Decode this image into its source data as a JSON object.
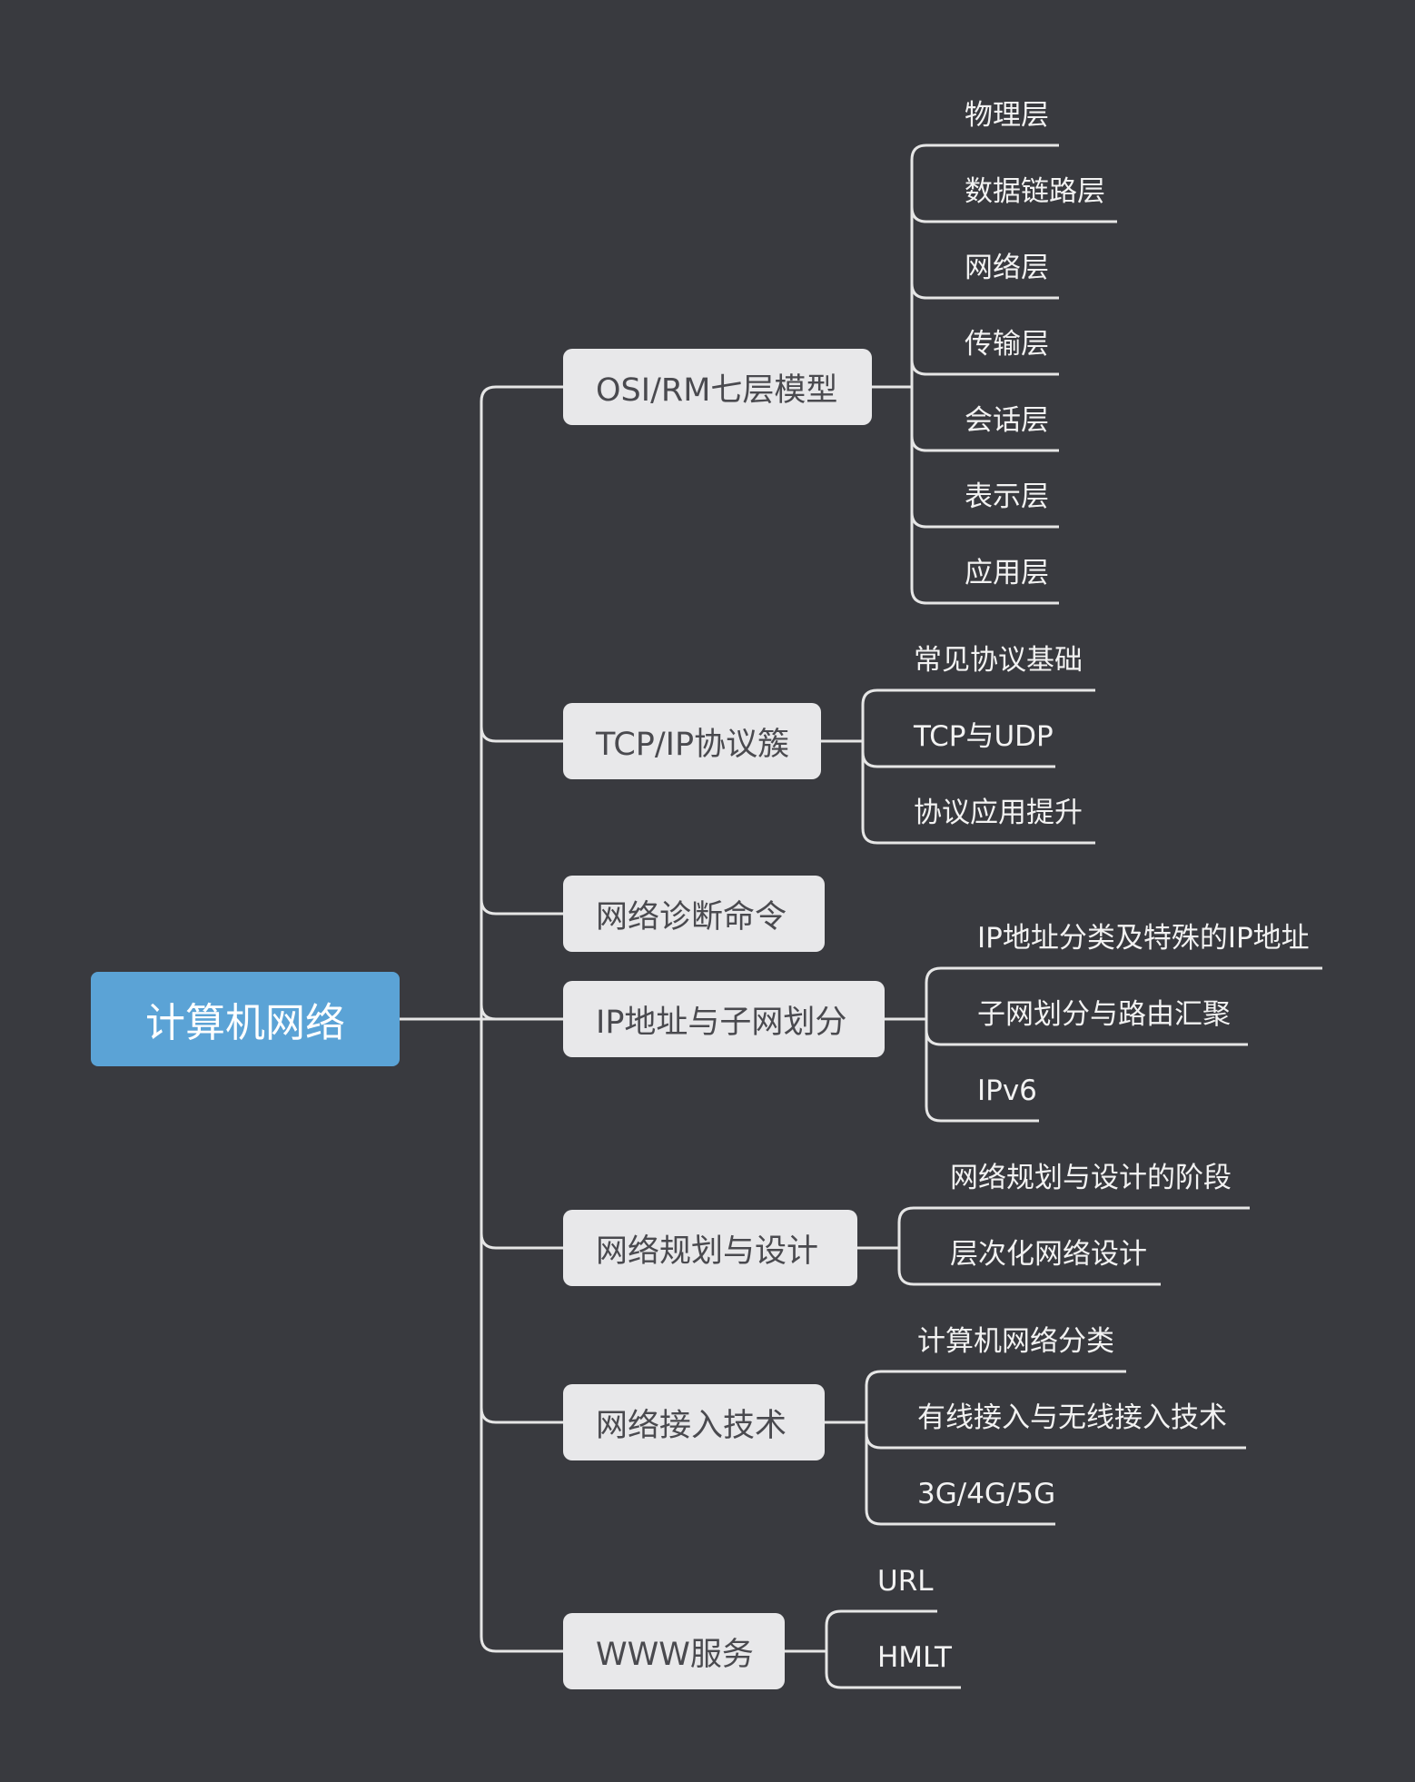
{
  "colors": {
    "background": "#393a3f",
    "root_fill": "#5ba3d6",
    "branch_fill": "#e8e8ea",
    "line": "#e6e6e6"
  },
  "root": {
    "label": "计算机网络"
  },
  "branches": [
    {
      "label": "OSI/RM七层模型",
      "children": [
        "物理层",
        "数据链路层",
        "网络层",
        "传输层",
        "会话层",
        "表示层",
        "应用层"
      ]
    },
    {
      "label": "TCP/IP协议簇",
      "children": [
        "常见协议基础",
        "TCP与UDP",
        "协议应用提升"
      ]
    },
    {
      "label": "网络诊断命令",
      "children": []
    },
    {
      "label": "IP地址与子网划分",
      "children": [
        "IP地址分类及特殊的IP地址",
        "子网划分与路由汇聚",
        "IPv6"
      ]
    },
    {
      "label": "网络规划与设计",
      "children": [
        "网络规划与设计的阶段",
        "层次化网络设计"
      ]
    },
    {
      "label": "网络接入技术",
      "children": [
        "计算机网络分类",
        "有线接入与无线接入技术",
        "3G/4G/5G"
      ]
    },
    {
      "label": "WWW服务",
      "children": [
        "URL",
        "HMLT"
      ]
    }
  ]
}
